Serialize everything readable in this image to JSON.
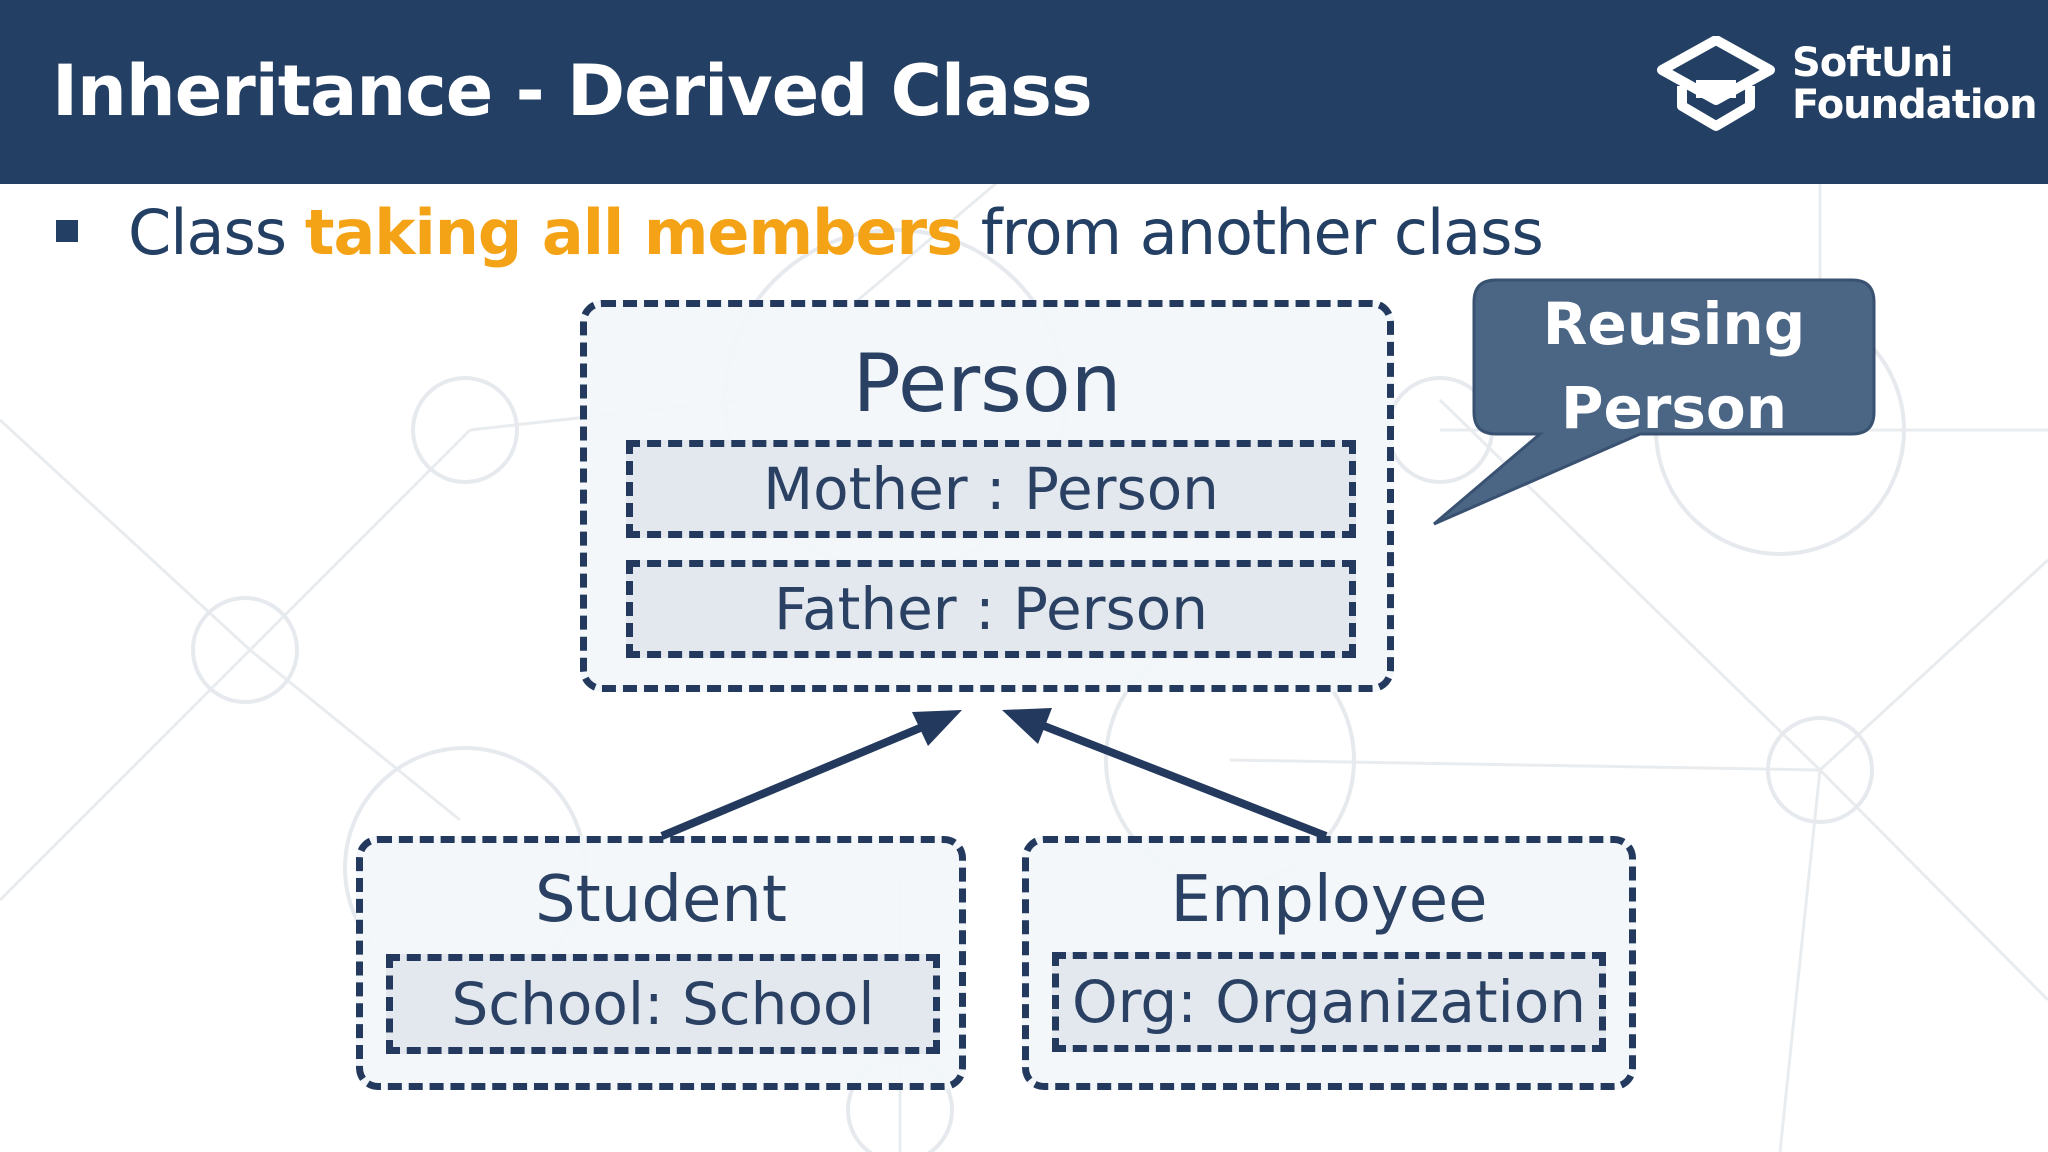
{
  "slide": {
    "title": "Inheritance - Derived Class",
    "logo_line1": "SoftUni",
    "logo_line2": "Foundation"
  },
  "bullet": {
    "before": "Class ",
    "highlight": "taking all members",
    "after": " from another class"
  },
  "diagram": {
    "person": {
      "title": "Person",
      "members": [
        "Mother : Person",
        "Father : Person"
      ]
    },
    "student": {
      "title": "Student",
      "members": [
        "School: School"
      ]
    },
    "employee": {
      "title": "Employee",
      "members": [
        "Org: Organization"
      ]
    },
    "callout": "Reusing Person"
  },
  "colors": {
    "header_bg": "#233f63",
    "accent": "#f5a316",
    "outline": "#23395d",
    "callout_bg": "#4b6585"
  },
  "icons": {
    "logo": "softuni-graduation-cap-icon",
    "bullet": "square-bullet-icon"
  }
}
